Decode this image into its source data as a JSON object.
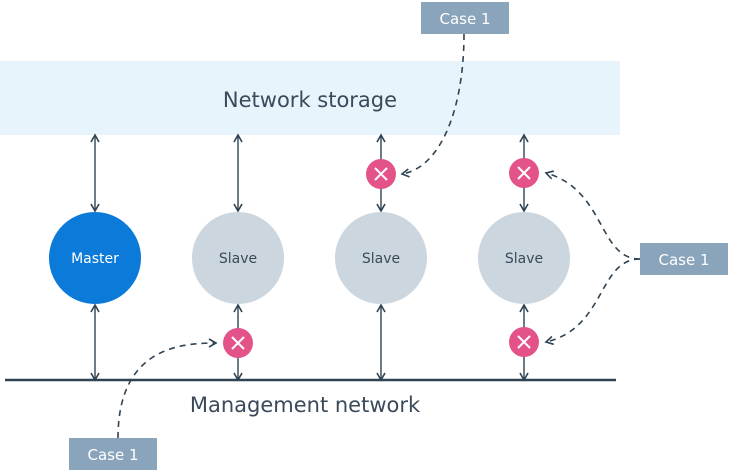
{
  "storage": {
    "label": "Network storage"
  },
  "network": {
    "label": "Management network"
  },
  "nodes": [
    {
      "label": "Master",
      "role": "master"
    },
    {
      "label": "Slave",
      "role": "slave"
    },
    {
      "label": "Slave",
      "role": "slave"
    },
    {
      "label": "Slave",
      "role": "slave"
    }
  ],
  "cases": [
    {
      "label": "Case 1"
    },
    {
      "label": "Case 1"
    },
    {
      "label": "Case 1"
    }
  ],
  "colors": {
    "storage_fill": "#e8f4fb",
    "master_fill": "#0b7ad9",
    "slave_fill": "#ccd6de",
    "case_fill": "#8aa4bb",
    "fail_marker": "#e4528a",
    "line": "#2f4352",
    "text_dark": "#3a4a5a"
  }
}
